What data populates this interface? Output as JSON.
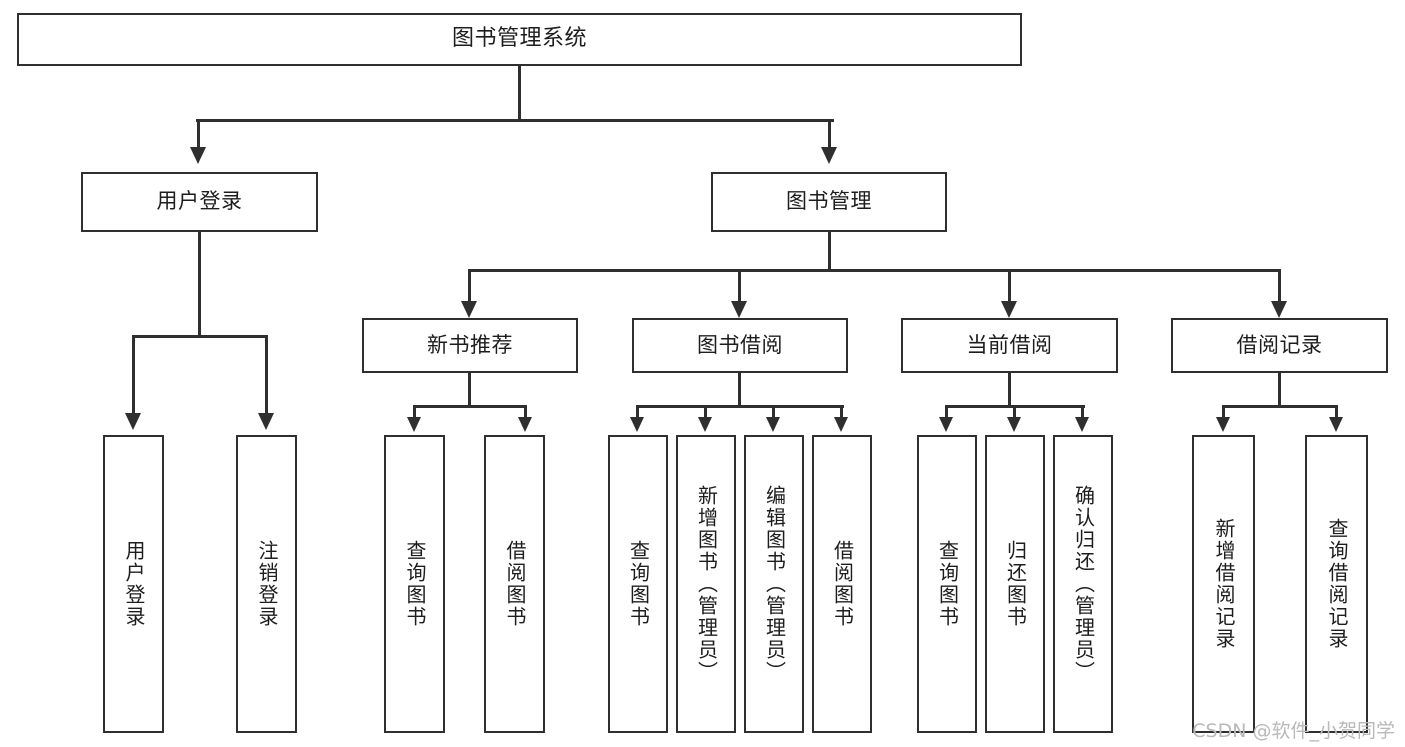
{
  "diagram": {
    "type": "tree",
    "title": "图书管理系统",
    "root": {
      "label": "图书管理系统"
    },
    "level2": [
      {
        "label": "用户登录"
      },
      {
        "label": "图书管理"
      }
    ],
    "level3": [
      {
        "label": "新书推荐"
      },
      {
        "label": "图书借阅"
      },
      {
        "label": "当前借阅"
      },
      {
        "label": "借阅记录"
      }
    ],
    "leaves": {
      "user_login": [
        {
          "label": "用户登录"
        },
        {
          "label": "注销登录"
        }
      ],
      "new_book_recommend": [
        {
          "label": "查询图书"
        },
        {
          "label": "借阅图书"
        }
      ],
      "book_borrow": [
        {
          "label": "查询图书"
        },
        {
          "label": "新增图书（管理员）"
        },
        {
          "label": "编辑图书（管理员）"
        },
        {
          "label": "借阅图书"
        }
      ],
      "current_borrow": [
        {
          "label": "查询图书"
        },
        {
          "label": "归还图书"
        },
        {
          "label": "确认归还（管理员）"
        }
      ],
      "borrow_record": [
        {
          "label": "新增借阅记录"
        },
        {
          "label": "查询借阅记录"
        }
      ]
    }
  },
  "watermark": {
    "text": "CSDN @软件_小贺同学"
  },
  "colors": {
    "border": "#2f2f2f",
    "background": "#ffffff",
    "text": "#1d1d1d",
    "watermark": "#b9b9b9"
  }
}
